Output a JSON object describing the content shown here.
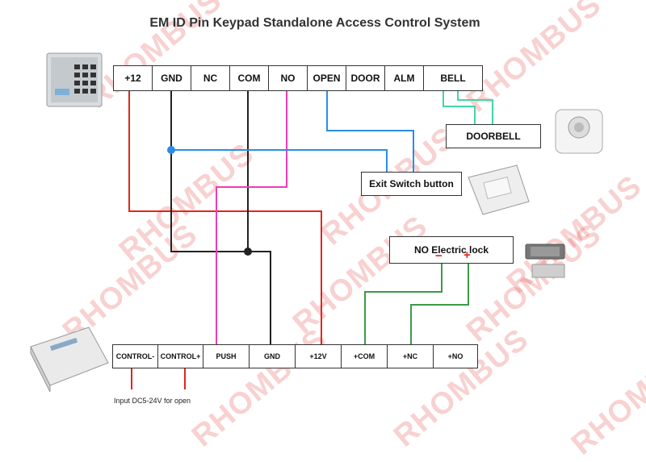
{
  "title": "EM ID Pin Keypad Standalone Access Control System",
  "top_terminals": [
    "+12",
    "GND",
    "NC",
    "COM",
    "NO",
    "OPEN",
    "DOOR",
    "ALM",
    "BELL"
  ],
  "bottom_terminals": [
    "CONTROL-",
    "CONTROL+",
    "PUSH",
    "GND",
    "+12V",
    "+COM",
    "+NC",
    "+NO"
  ],
  "components": {
    "doorbell": "DOORBELL",
    "exit_switch": "Exit Switch button",
    "electric_lock": "NO Electric lock",
    "lock_minus": "−",
    "lock_plus": "+"
  },
  "power_note": "Input DC5-24V for open",
  "watermark": "RHOMBUS",
  "wire_colors": {
    "red": "#e0261f",
    "black": "#222222",
    "pink": "#f03cb4",
    "blue": "#2b8ce8",
    "green": "#3c9a4a",
    "teal": "#42d7a3"
  }
}
